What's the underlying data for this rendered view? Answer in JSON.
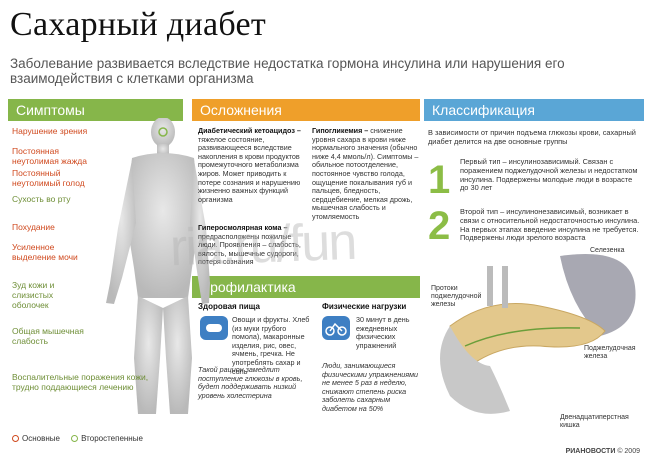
{
  "header": {
    "title": "Сахарный диабет",
    "subtitle": "Заболевание развивается вследствие недостатка гормона инсулина или нарушения его взаимодействия с клетками организма"
  },
  "sections": {
    "symptoms": "Симптомы",
    "complications": "Осложнения",
    "classification": "Классификация",
    "prevention": "Профилактика"
  },
  "symptoms": [
    {
      "label": "Нарушение зрения",
      "type": "main"
    },
    {
      "label": "Постоянная неутолимая жажда",
      "type": "main"
    },
    {
      "label": "Постоянный неутолимый голод",
      "type": "main"
    },
    {
      "label": "Сухость во рту",
      "type": "secondary"
    },
    {
      "label": "Похудание",
      "type": "main"
    },
    {
      "label": "Усиленное выделение мочи",
      "type": "main"
    },
    {
      "label": "Зуд кожи и слизистых оболочек",
      "type": "secondary"
    },
    {
      "label": "Общая мышечная слабость",
      "type": "secondary"
    },
    {
      "label": "Воспалительные поражения кожи, трудно поддающиеся лечению",
      "type": "secondary"
    }
  ],
  "legend": {
    "main": "Основные",
    "secondary": "Второстепенные"
  },
  "complications": {
    "ketoacidosis_title": "Диабетический кетоацидоз –",
    "ketoacidosis_text": "тяжелое состояние, развивающееся вследствие накопления в крови продуктов промежуточного метаболизма жиров. Может приводить к потере сознания и нарушению жизненно важных функций организма",
    "hyperosmolar_title": "Гиперосмолярная кома –",
    "hyperosmolar_text": "предрасположены пожилые люди. Проявления – слабость, вялость, мышечные судороги, потеря сознания",
    "hypoglycemia_title": "Гипогликемия –",
    "hypoglycemia_text": "снижение уровня сахара в крови ниже нормального значения (обычно ниже 4,4 ммоль/л). Симптомы – обильное потоотделение, постоянное чувство голода, ощущение покалывания губ и пальцев, бледность, сердцебиение, мелкая дрожь, мышечная слабость и утомляемость"
  },
  "prevention": {
    "food_title": "Здоровая пища",
    "food_text": "Овощи и фрукты. Хлеб (из муки грубого помола), макаронные изделия, рис, овес, ячмень, гречка. Не употреблять сахар и соль",
    "food_note": "Такой рацион замедлит поступление глюкозы в кровь, будет поддерживать низкий уровень холестерина",
    "exercise_title": "Физические нагрузки",
    "exercise_text": "30 минут в день ежедневных физических упражнений",
    "exercise_note": "Люди, занимающиеся физическими упражнениями не менее 5 раз в неделю, снижают степень риска заболеть сахарным диабетом на 50%"
  },
  "classification": {
    "intro": "В зависимости от причин подъема глюкозы крови, сахарный диабет делится на две основные группы",
    "type1_num": "1",
    "type1_text": "Первый тип – инсулинозависимый. Связан с поражением поджелудочной железы и недостатком инсулина. Подвержены молодые люди в возрасте до 30 лет",
    "type2_num": "2",
    "type2_text": "Второй тип – инсулинонезависимый, возникает в связи с относительной недостаточностью инсулина. На первых этапах введение инсулина не требуется. Подвержены люди зрелого возраста"
  },
  "anatomy": {
    "spleen": "Селезенка",
    "ducts": "Протоки поджелудочной железы",
    "pancreas": "Поджелудочная железа",
    "duodenum": "Двенадцатиперстная кишка"
  },
  "footer": {
    "brand": "РИАНОВОСТИ",
    "copyright": "© 2009"
  },
  "watermark": "ria.ru/fun",
  "colors": {
    "symptoms": "#86b64a",
    "complications": "#ef9f2a",
    "classification": "#5aa6d6",
    "main_dot": "#d04a1f",
    "secondary_dot": "#86b64a"
  }
}
